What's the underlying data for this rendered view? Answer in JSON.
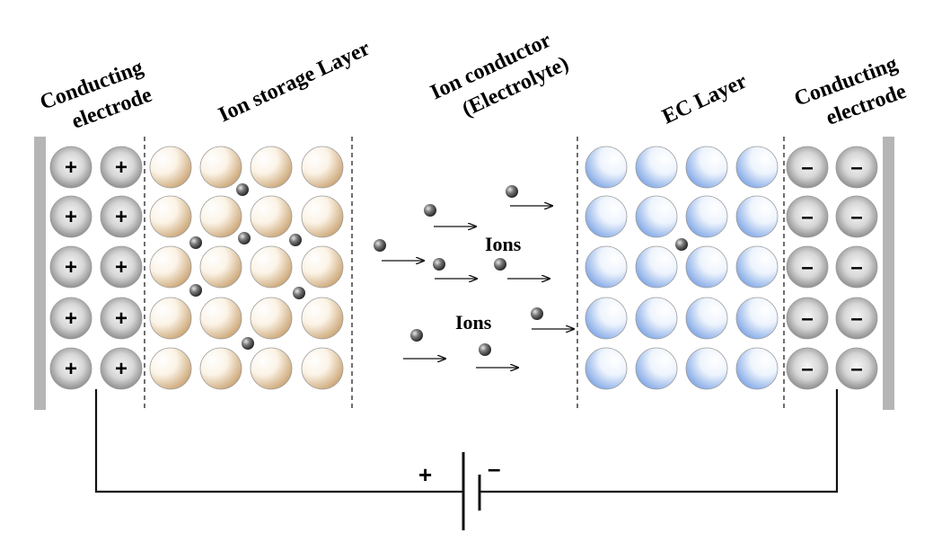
{
  "labels": {
    "left_electrode": [
      "Conducting",
      "electrode"
    ],
    "ion_storage": "Ion storage Layer",
    "ion_conductor": [
      "Ion conductor",
      "(Electrolyte)"
    ],
    "ec_layer": "EC Layer",
    "right_electrode": [
      "Conducting",
      "electrode"
    ],
    "ions_upper": "Ions",
    "ions_lower": "Ions"
  },
  "signs": {
    "positive": "+",
    "negative": "–"
  },
  "battery": {
    "positive_label": "+",
    "negative_label": "–"
  },
  "colors": {
    "electrode_bar": "#b5b5b5",
    "charge_ball": "#c9c9c9",
    "storage_ball": "#e9d2b1",
    "ec_ball": "#b7d0f4",
    "ion": "#555555",
    "wire": "#111111"
  },
  "grid": {
    "rows": 5,
    "left_charge_cols": 2,
    "storage_cols": 4,
    "ec_cols": 4,
    "right_charge_cols": 2
  }
}
